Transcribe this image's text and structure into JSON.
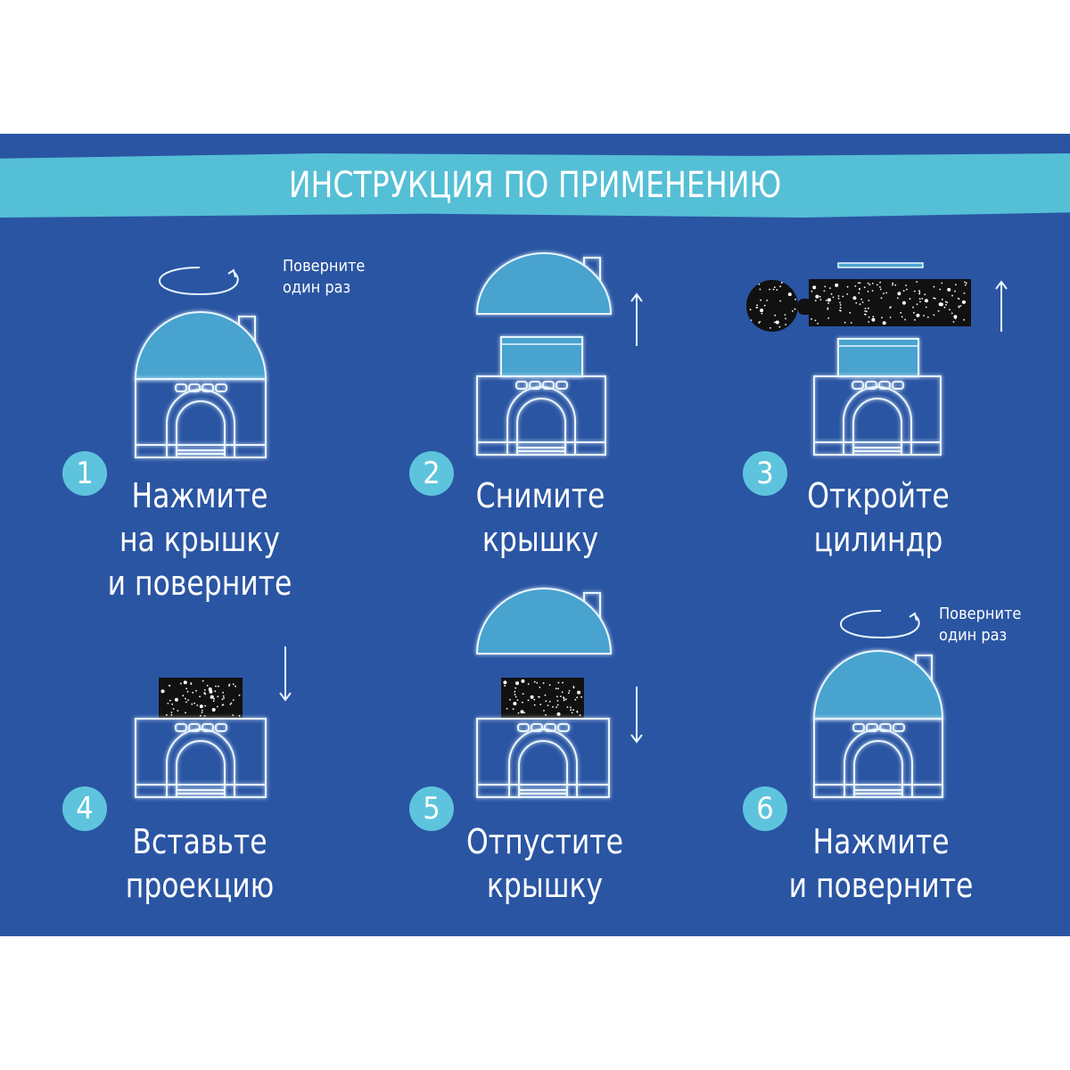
{
  "title": "ИНСТРУКЦИЯ ПО ПРИМЕНЕНИЮ",
  "hint": {
    "line1": "Поверните",
    "line2": "один раз"
  },
  "steps": [
    {
      "number": "1",
      "line1": "Нажмите",
      "line2": "на крышку",
      "line3": "и поверните"
    },
    {
      "number": "2",
      "line1": "Снимите",
      "line2": "крышку"
    },
    {
      "number": "3",
      "line1": "Откройте",
      "line2": "цилиндр"
    },
    {
      "number": "4",
      "line1": "Вставьте",
      "line2": "проекцию"
    },
    {
      "number": "5",
      "line1": "Отпустите",
      "line2": "крышку"
    },
    {
      "number": "6",
      "line1": "Нажмите",
      "line2": "и поверните"
    }
  ],
  "colors": {
    "background": "#2a55a3",
    "accent": "#55bfd6",
    "dome": "#4aa3cf"
  }
}
